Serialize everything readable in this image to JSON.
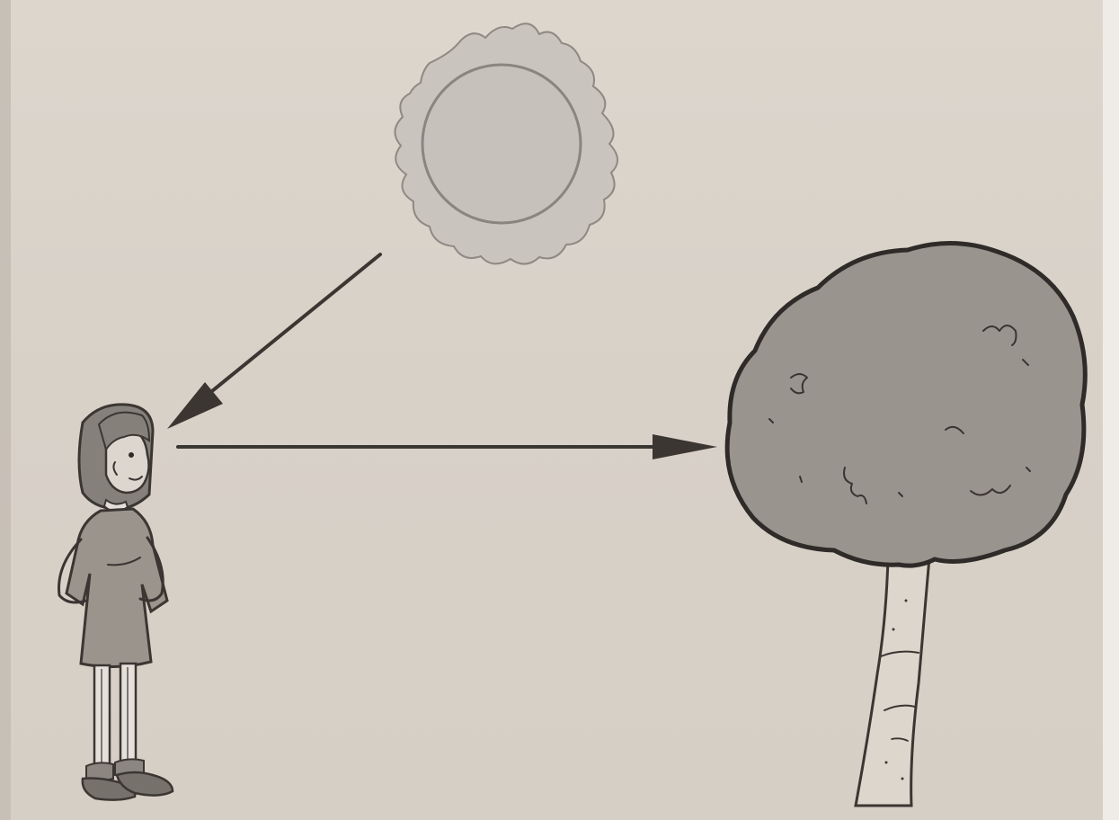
{
  "diagram": {
    "elements": [
      "sun",
      "girl",
      "tree"
    ],
    "arrows": [
      {
        "from": "sun",
        "to": "girl"
      },
      {
        "from": "girl",
        "to": "tree"
      }
    ]
  }
}
